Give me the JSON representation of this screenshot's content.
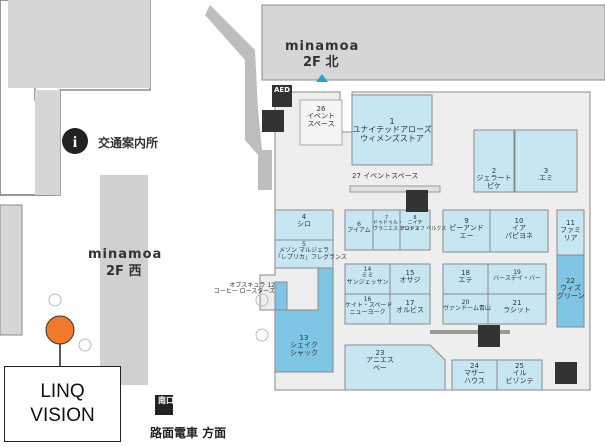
{
  "map": {
    "north_area": {
      "brand": "minamoa",
      "floor": "2F 北"
    },
    "west_area": {
      "brand": "minamoa",
      "floor": "2F 西"
    },
    "info_desk": "交通案内所",
    "aed": "AED",
    "exit_sign": "南口",
    "street_label": "路面電車 方面",
    "highlight_sign": {
      "line1": "LINQ",
      "line2": "VISION"
    },
    "accent_color": "#f07a2a",
    "shop_color_light": "#c6e6f2",
    "shop_color_dark": "#7fc5e4",
    "corridor_color": "#d9d9d9",
    "shops": [
      {
        "no": "1",
        "name1": "ユナイテッドアローズ",
        "name2": "ウィメンズストア"
      },
      {
        "no": "2",
        "name1": "ジェラート",
        "name2": "ピケ"
      },
      {
        "no": "3",
        "name1": "エミ",
        "name2": ""
      },
      {
        "no": "4",
        "name1": "シロ",
        "name2": ""
      },
      {
        "no": "5",
        "name1": "メゾン マルジェラ",
        "name2": "「レプリカ」フレグランス"
      },
      {
        "no": "6",
        "name1": "アイアム",
        "name2": ""
      },
      {
        "no": "7",
        "name1": "ドゥドゥル・",
        "name2": "ヴラニエス ヒロシマ"
      },
      {
        "no": "8",
        "name1": "ニイチ",
        "name2": "アンドエフ ベルクス"
      },
      {
        "no": "9",
        "name1": "ピーアンド",
        "name2": "エー"
      },
      {
        "no": "10",
        "name1": "イア",
        "name2": "パピヨネ"
      },
      {
        "no": "11",
        "name1": "ファミ",
        "name2": "リア"
      },
      {
        "no": "12",
        "name1": "オブスキュラ",
        "name2": "コーヒー ロースターズ"
      },
      {
        "no": "13",
        "name1": "シェイク",
        "name2": "シャック"
      },
      {
        "no": "14",
        "name1": "ミミ",
        "name2": "サンジェッサン"
      },
      {
        "no": "15",
        "name1": "オサジ",
        "name2": ""
      },
      {
        "no": "16",
        "name1": "ケイト・スペード",
        "name2": "ニューヨーク"
      },
      {
        "no": "17",
        "name1": "オルビス",
        "name2": ""
      },
      {
        "no": "18",
        "name1": "エテ",
        "name2": ""
      },
      {
        "no": "19",
        "name1": "バースデイ・バー",
        "name2": ""
      },
      {
        "no": "20",
        "name1": "ヴァンドーム青山",
        "name2": ""
      },
      {
        "no": "21",
        "name1": "ラシット",
        "name2": ""
      },
      {
        "no": "22",
        "name1": "ウィズ",
        "name2": "グリーン"
      },
      {
        "no": "23",
        "name1": "アニエス",
        "name2": "ベー"
      },
      {
        "no": "24",
        "name1": "マザー",
        "name2": "ハウス"
      },
      {
        "no": "25",
        "name1": "イル",
        "name2": "ビゾンテ"
      },
      {
        "no": "26",
        "name1": "イベント",
        "name2": "スペース"
      },
      {
        "no": "27",
        "name1": "イベントスペース",
        "name2": ""
      }
    ]
  }
}
